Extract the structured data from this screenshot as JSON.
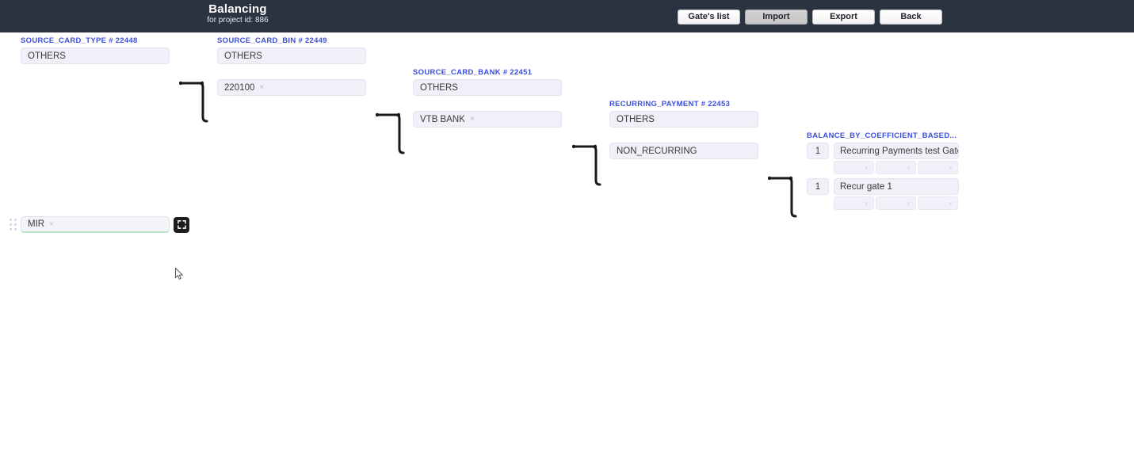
{
  "header": {
    "title": "Balancing",
    "subtitle": "for project id: 886",
    "buttons": [
      {
        "label": "Gate's list",
        "active": false
      },
      {
        "label": "Import",
        "active": true
      },
      {
        "label": "Export",
        "active": false
      },
      {
        "label": "Back",
        "active": false
      }
    ]
  },
  "colors": {
    "topbar_bg": "#2b3240",
    "group_label": "#3b4fd8",
    "field_bg": "#eff0f8",
    "connector": "#1a1a1a",
    "accent_green": "#bfe3c4"
  },
  "groups": [
    {
      "label": "SOURCE_CARD_TYPE # 22448",
      "fields": [
        {
          "value": "OTHERS",
          "removable": false
        }
      ]
    },
    {
      "label": "SOURCE_CARD_BIN # 22449",
      "fields": [
        {
          "value": "OTHERS",
          "removable": false
        },
        {
          "value": "220100",
          "removable": true
        }
      ]
    },
    {
      "label": "SOURCE_CARD_BANK # 22451",
      "fields": [
        {
          "value": "OTHERS",
          "removable": false
        },
        {
          "value": "VTB BANK",
          "removable": true
        }
      ]
    },
    {
      "label": "RECURRING_PAYMENT # 22453",
      "fields": [
        {
          "value": "OTHERS",
          "removable": false
        },
        {
          "value": "NON_RECURRING",
          "removable": false
        }
      ]
    }
  ],
  "balance_group": {
    "label": "BALANCE_BY_COEFFICIENT_BASED...",
    "rows": [
      {
        "weight": "1",
        "gate": "Recurring Payments test Gate",
        "slots": [
          {
            "value": "",
            "remove_glyph": "×"
          },
          {
            "value": "",
            "remove_glyph": "×"
          },
          {
            "value": "",
            "remove_glyph": "×"
          }
        ]
      },
      {
        "weight": "1",
        "gate": "Recur gate 1",
        "slots": [
          {
            "value": "",
            "remove_glyph": "×"
          },
          {
            "value": "",
            "remove_glyph": "×"
          },
          {
            "value": "",
            "remove_glyph": "×"
          }
        ]
      }
    ]
  },
  "drag_row": {
    "handle_icon": "drag-handle-icon",
    "chip_value": "MIR",
    "remove_glyph": "×",
    "expand_icon": "expand-icon"
  },
  "chip_remove_glyph": "×"
}
